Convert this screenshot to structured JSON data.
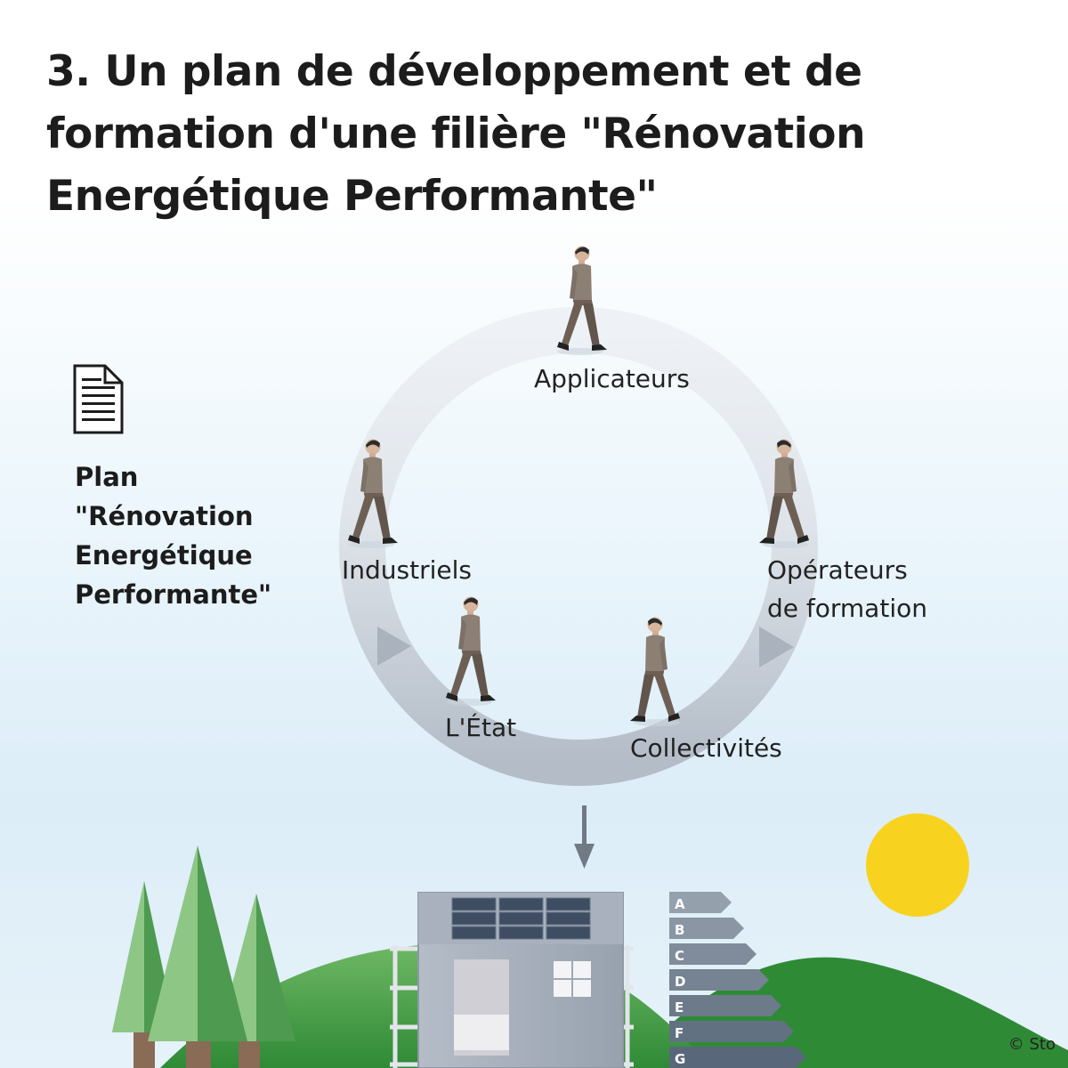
{
  "title": {
    "line1": "3. Un plan de développement et de",
    "line2": "formation d'une filière \"Rénovation",
    "line3": "Energétique Performante\""
  },
  "plan": {
    "line1": "Plan",
    "line2": "\"Rénovation",
    "line3": "Energétique",
    "line4": "Performante\"",
    "icon": "document-icon"
  },
  "cycle": {
    "applicateurs": "Applicateurs",
    "industriels": "Industriels",
    "operateurs_line1": "Opérateurs",
    "operateurs_line2": "de formation",
    "etat": "L'État",
    "collectivites": "Collectivités"
  },
  "energy_labels": [
    "A",
    "B",
    "C",
    "D",
    "E",
    "F",
    "G"
  ],
  "copyright": "© Sto",
  "colors": {
    "ring": "#c3cad3",
    "walker_shirt": "#8c7f73",
    "walker_pants": "#6e5f55",
    "sun": "#f7d31f",
    "hill": "#3c9a3c",
    "tree": "#5aa05a",
    "building": "#a2abb7"
  }
}
